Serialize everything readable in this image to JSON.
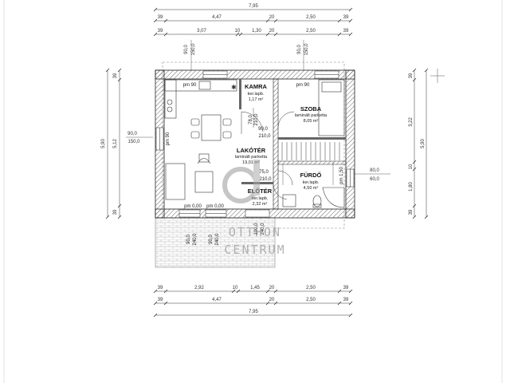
{
  "dimensions": {
    "top_total": "7,95",
    "top_row1": [
      "39",
      "4,47",
      "20",
      "2,50",
      "39"
    ],
    "top_row2": [
      "39",
      "3,07",
      "10",
      "1,30",
      "20",
      "2,50",
      "39"
    ],
    "bottom_row1": [
      "39",
      "2,92",
      "10",
      "1,45",
      "20",
      "2,50",
      "39"
    ],
    "bottom_row2": [
      "39",
      "4,47",
      "20",
      "2,50",
      "39"
    ],
    "bottom_total": "7,95",
    "left_outer": "5,90",
    "left_inner": "5,12",
    "left_top": "39",
    "left_bottom": "39",
    "right_col1": [
      "39",
      "3,22",
      "10",
      "1,80",
      "39"
    ],
    "right_total": "5,90"
  },
  "openings": {
    "top_window_left": [
      "90,0",
      "150,0"
    ],
    "top_window_right": [
      "90,0",
      "150,0"
    ],
    "left_window": [
      "90,0",
      "150,0"
    ],
    "right_window": [
      "80,0",
      "60,0"
    ],
    "kamra_door": [
      "78,0",
      "210,0"
    ],
    "hall_door": [
      "90,0",
      "210,0"
    ],
    "bath_door": [
      "75,0",
      "210,0"
    ],
    "entry_door": [
      "100,0",
      "240,0"
    ],
    "terrace_doors": [
      "90,0",
      "240,0",
      "90,0",
      "240,0"
    ],
    "parapet_top_left": "pm 90",
    "parapet_top_right": "pm 90",
    "parapet_side": "pm 90",
    "parapet_right": "pm 1,50",
    "sill_bottom_1": "pm 0,00",
    "sill_bottom_2": "pm 0,00"
  },
  "rooms": {
    "kamra": {
      "name": "KAMRA",
      "floor": "ker.lapb.",
      "area": "1,17 m²"
    },
    "szoba": {
      "name": "SZOBA",
      "floor": "laminált parketta",
      "area": "8,05 m²"
    },
    "lakoter": {
      "name": "LAKÓTÉR",
      "floor": "laminált parketta",
      "area": "19,01 m²"
    },
    "furdo": {
      "name": "FÜRDŐ",
      "floor": "ker.lapb.",
      "area": "4,50 m²"
    },
    "eloter": {
      "name": "ELŐTÉR",
      "floor": "ker.lapb.",
      "area": "2,32 m²"
    }
  },
  "watermark": {
    "line1": "OTTHON",
    "line2": "CENTRUM"
  }
}
